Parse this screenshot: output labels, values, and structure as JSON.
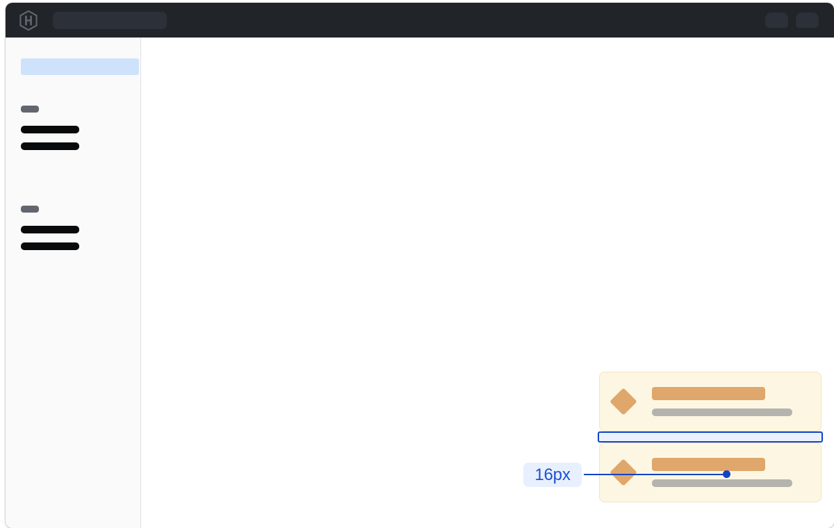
{
  "window": {
    "title": "design-inspector-window"
  },
  "topbar": {
    "logo_icon": "hashicorp-hexagon-logo-icon",
    "search": {
      "value": "",
      "placeholder": ""
    },
    "actions": [
      {
        "name": "topbar-chip-1",
        "label": ""
      },
      {
        "name": "topbar-chip-2",
        "label": ""
      }
    ],
    "background_color": "#212429"
  },
  "sidebar": {
    "background_color": "#fafafa",
    "border_color": "#e1e1e6",
    "selected_item": {
      "label": "",
      "highlight_color": "#cfe2fb"
    },
    "edge_tab": {
      "name": "sidebar-collapse-tab",
      "label": ""
    },
    "groups": [
      {
        "label": "",
        "label_color": "#64666f",
        "items": [
          {
            "label": ""
          },
          {
            "label": ""
          }
        ]
      },
      {
        "label": "",
        "label_color": "#64666f",
        "items": [
          {
            "label": ""
          },
          {
            "label": ""
          }
        ]
      }
    ]
  },
  "canvas": {
    "background_color": "#ffffff",
    "cards": [
      {
        "icon": "diamond-icon",
        "icon_color": "#dfa76b",
        "title_bar_color": "#dfa76b",
        "sub_bar_color": "#b5b3ad",
        "background_color": "#fdf6e3",
        "border_color": "#f5e3bd",
        "title": "",
        "subtitle": ""
      },
      {
        "icon": "diamond-icon",
        "icon_color": "#dfa76b",
        "title_bar_color": "#dfa76b",
        "sub_bar_color": "#b5b3ad",
        "background_color": "#fdf6e3",
        "border_color": "#f5e3bd",
        "title": "",
        "subtitle": ""
      }
    ]
  },
  "measurement": {
    "value": "16px",
    "label_text_color": "#1e50d2",
    "label_background_color": "#e8f0fe",
    "leader_color": "#1143c4",
    "gap_fill_color": "#eaf1fe",
    "gap_border_color": "#1143c4"
  }
}
